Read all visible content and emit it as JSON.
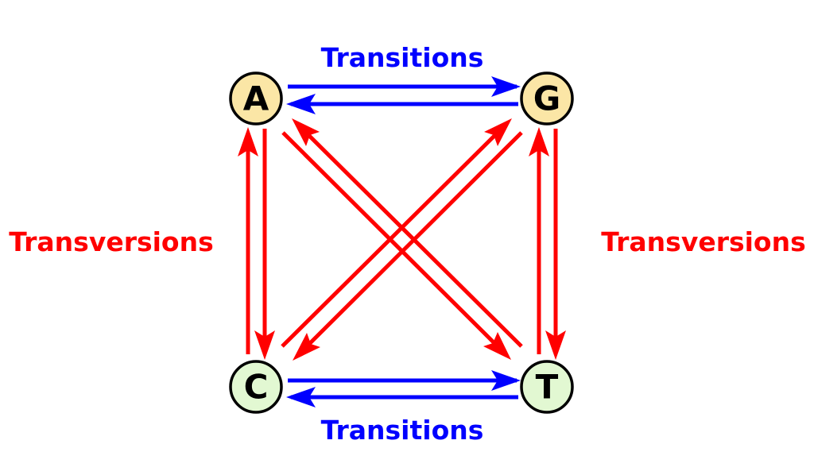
{
  "colors": {
    "transition": "#0000ff",
    "transversion": "#ff0000",
    "purine_fill": "#fbe6a6",
    "pyrimidine_fill": "#e2f8d2",
    "node_stroke": "#000000"
  },
  "nodes": {
    "A": "A",
    "G": "G",
    "C": "C",
    "T": "T"
  },
  "labels": {
    "transitions_top": "Transitions",
    "transitions_bottom": "Transitions",
    "transversions_left": "Transversions",
    "transversions_right": "Transversions"
  },
  "edges": [
    {
      "from": "A",
      "to": "G",
      "type": "transition"
    },
    {
      "from": "G",
      "to": "A",
      "type": "transition"
    },
    {
      "from": "C",
      "to": "T",
      "type": "transition"
    },
    {
      "from": "T",
      "to": "C",
      "type": "transition"
    },
    {
      "from": "A",
      "to": "C",
      "type": "transversion"
    },
    {
      "from": "C",
      "to": "A",
      "type": "transversion"
    },
    {
      "from": "G",
      "to": "T",
      "type": "transversion"
    },
    {
      "from": "T",
      "to": "G",
      "type": "transversion"
    },
    {
      "from": "A",
      "to": "T",
      "type": "transversion"
    },
    {
      "from": "T",
      "to": "A",
      "type": "transversion"
    },
    {
      "from": "G",
      "to": "C",
      "type": "transversion"
    },
    {
      "from": "C",
      "to": "G",
      "type": "transversion"
    }
  ]
}
